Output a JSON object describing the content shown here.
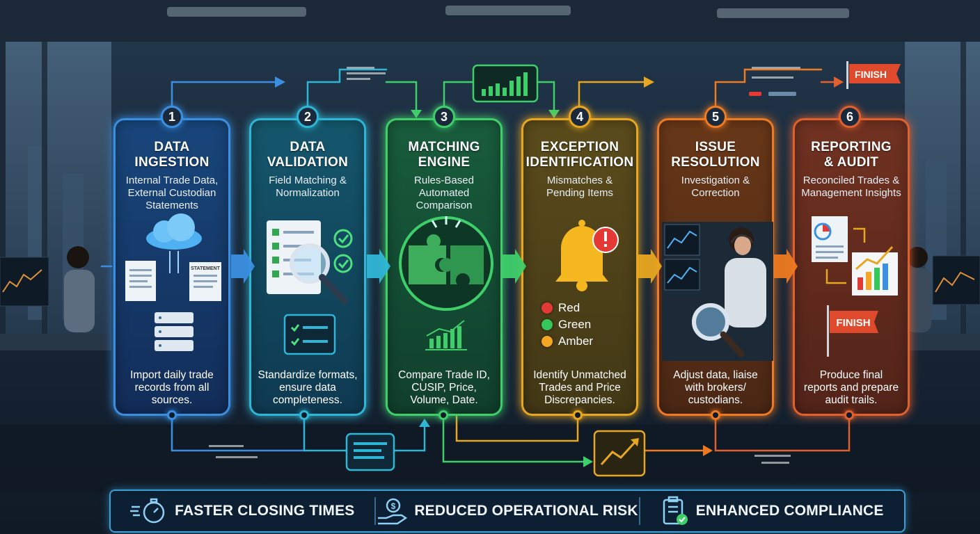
{
  "steps": [
    {
      "number": "1",
      "title": [
        "Data",
        "Ingestion"
      ],
      "subtitle": [
        "Internal Trade Data,",
        "External Custodian",
        "Statements"
      ],
      "description": [
        "Import daily trade",
        "records from all",
        "sources."
      ],
      "statement_label": "STATEMENT",
      "color": "#3b8fe0"
    },
    {
      "number": "2",
      "title": [
        "Data",
        "Validation"
      ],
      "subtitle": [
        "Field Matching &",
        "Normalization"
      ],
      "description": [
        "Standardize formats,",
        "ensure data",
        "completeness."
      ],
      "color": "#2fb6d6"
    },
    {
      "number": "3",
      "title": [
        "Matching",
        "Engine"
      ],
      "subtitle": [
        "Rules-Based",
        "Automated Comparison"
      ],
      "description": [
        "Compare Trade ID,",
        "CUSIP, Price,",
        "Volume, Date."
      ],
      "color": "#3fcf6a"
    },
    {
      "number": "4",
      "title": [
        "Exception",
        "Identification"
      ],
      "subtitle": [
        "Mismatches &",
        "Pending Items"
      ],
      "description": [
        "Identify Unmatched",
        "Trades and Price",
        "Discrepancies."
      ],
      "legend": [
        {
          "label": "Red",
          "color": "#e53935"
        },
        {
          "label": "Green",
          "color": "#34c759"
        },
        {
          "label": "Amber",
          "color": "#f5a623"
        }
      ],
      "color": "#e8a720"
    },
    {
      "number": "5",
      "title": [
        "Issue",
        "Resolution"
      ],
      "subtitle": [
        "Investigation &",
        "Correction"
      ],
      "description": [
        "Adjust data, liaise",
        "with brokers/",
        "custodians."
      ],
      "color": "#ee7a22"
    },
    {
      "number": "6",
      "title": [
        "Reporting",
        "& Audit"
      ],
      "subtitle": [
        "Reconciled Trades &",
        "Management Insights"
      ],
      "description": [
        "Produce final",
        "reports and prepare",
        "audit trails."
      ],
      "finish_label": "FINISH",
      "color": "#e0602e"
    }
  ],
  "top_flag": "FINISH",
  "benefits": [
    {
      "label": "FASTER CLOSING TIMES",
      "icon": "stopwatch-icon"
    },
    {
      "label": "REDUCED OPERATIONAL RISK",
      "icon": "money-hand-icon"
    },
    {
      "label": "ENHANCED COMPLIANCE",
      "icon": "checklist-clipboard-icon"
    }
  ],
  "colors": {
    "accent_blue": "#3aa0d8",
    "background": "#1b2c3d"
  }
}
